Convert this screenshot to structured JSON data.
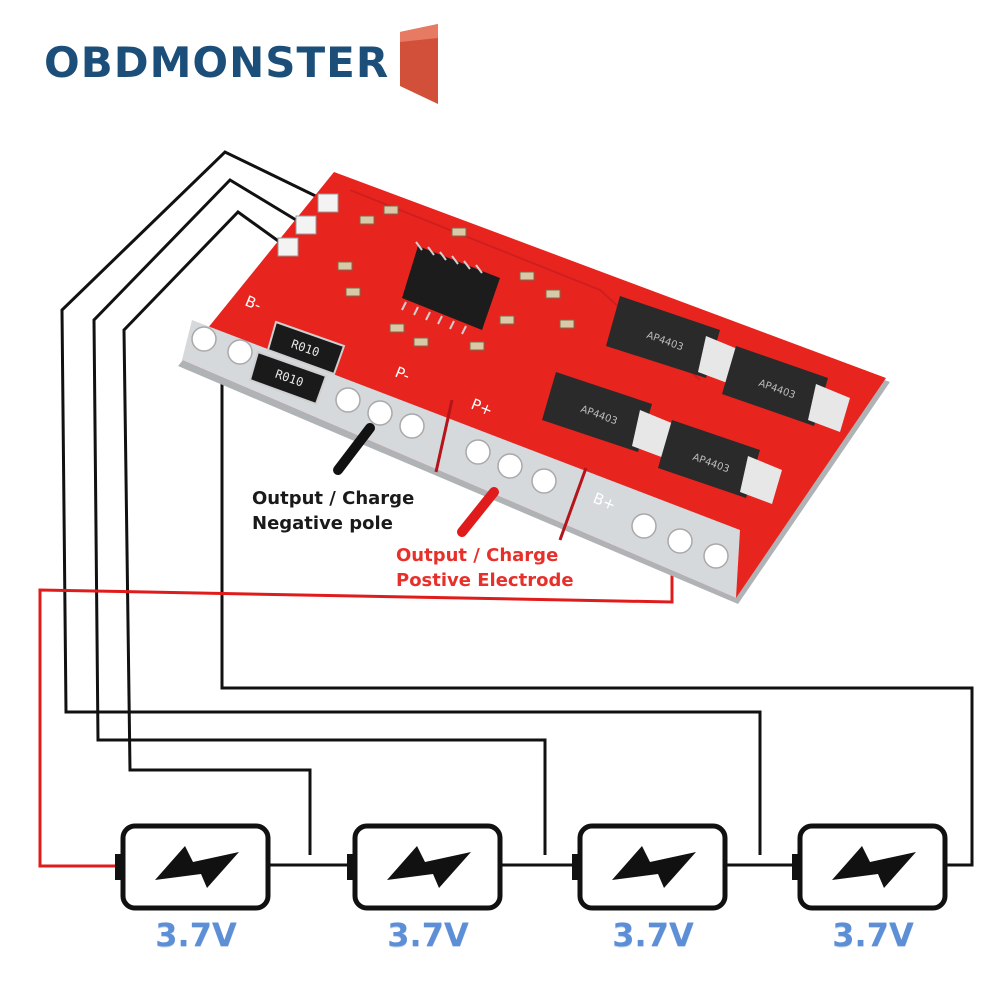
{
  "brand": {
    "name": "OBDMONSTER",
    "accent": "#d2503a",
    "color": "#1c4e7a"
  },
  "board": {
    "pads": [
      "B-",
      "P-",
      "P+",
      "B+"
    ],
    "resistor_codes": [
      "R010",
      "R010"
    ],
    "mosfet_codes": [
      "AP4403",
      "AP4403",
      "AP4403",
      "AP4403"
    ],
    "board_color": "#e8241f"
  },
  "labels": {
    "negative_line1": "Output / Charge",
    "negative_line2": "Negative pole",
    "positive_line1": "Output / Charge",
    "positive_line2": "Postive Electrode"
  },
  "batteries": [
    {
      "voltage": "3.7V",
      "icon": "lightning-bolt-icon"
    },
    {
      "voltage": "3.7V",
      "icon": "lightning-bolt-icon"
    },
    {
      "voltage": "3.7V",
      "icon": "lightning-bolt-icon"
    },
    {
      "voltage": "3.7V",
      "icon": "lightning-bolt-icon"
    }
  ],
  "colors": {
    "wire": "#111111",
    "positive_wire": "#e01b1b",
    "voltage_text": "#5d8fd6"
  }
}
